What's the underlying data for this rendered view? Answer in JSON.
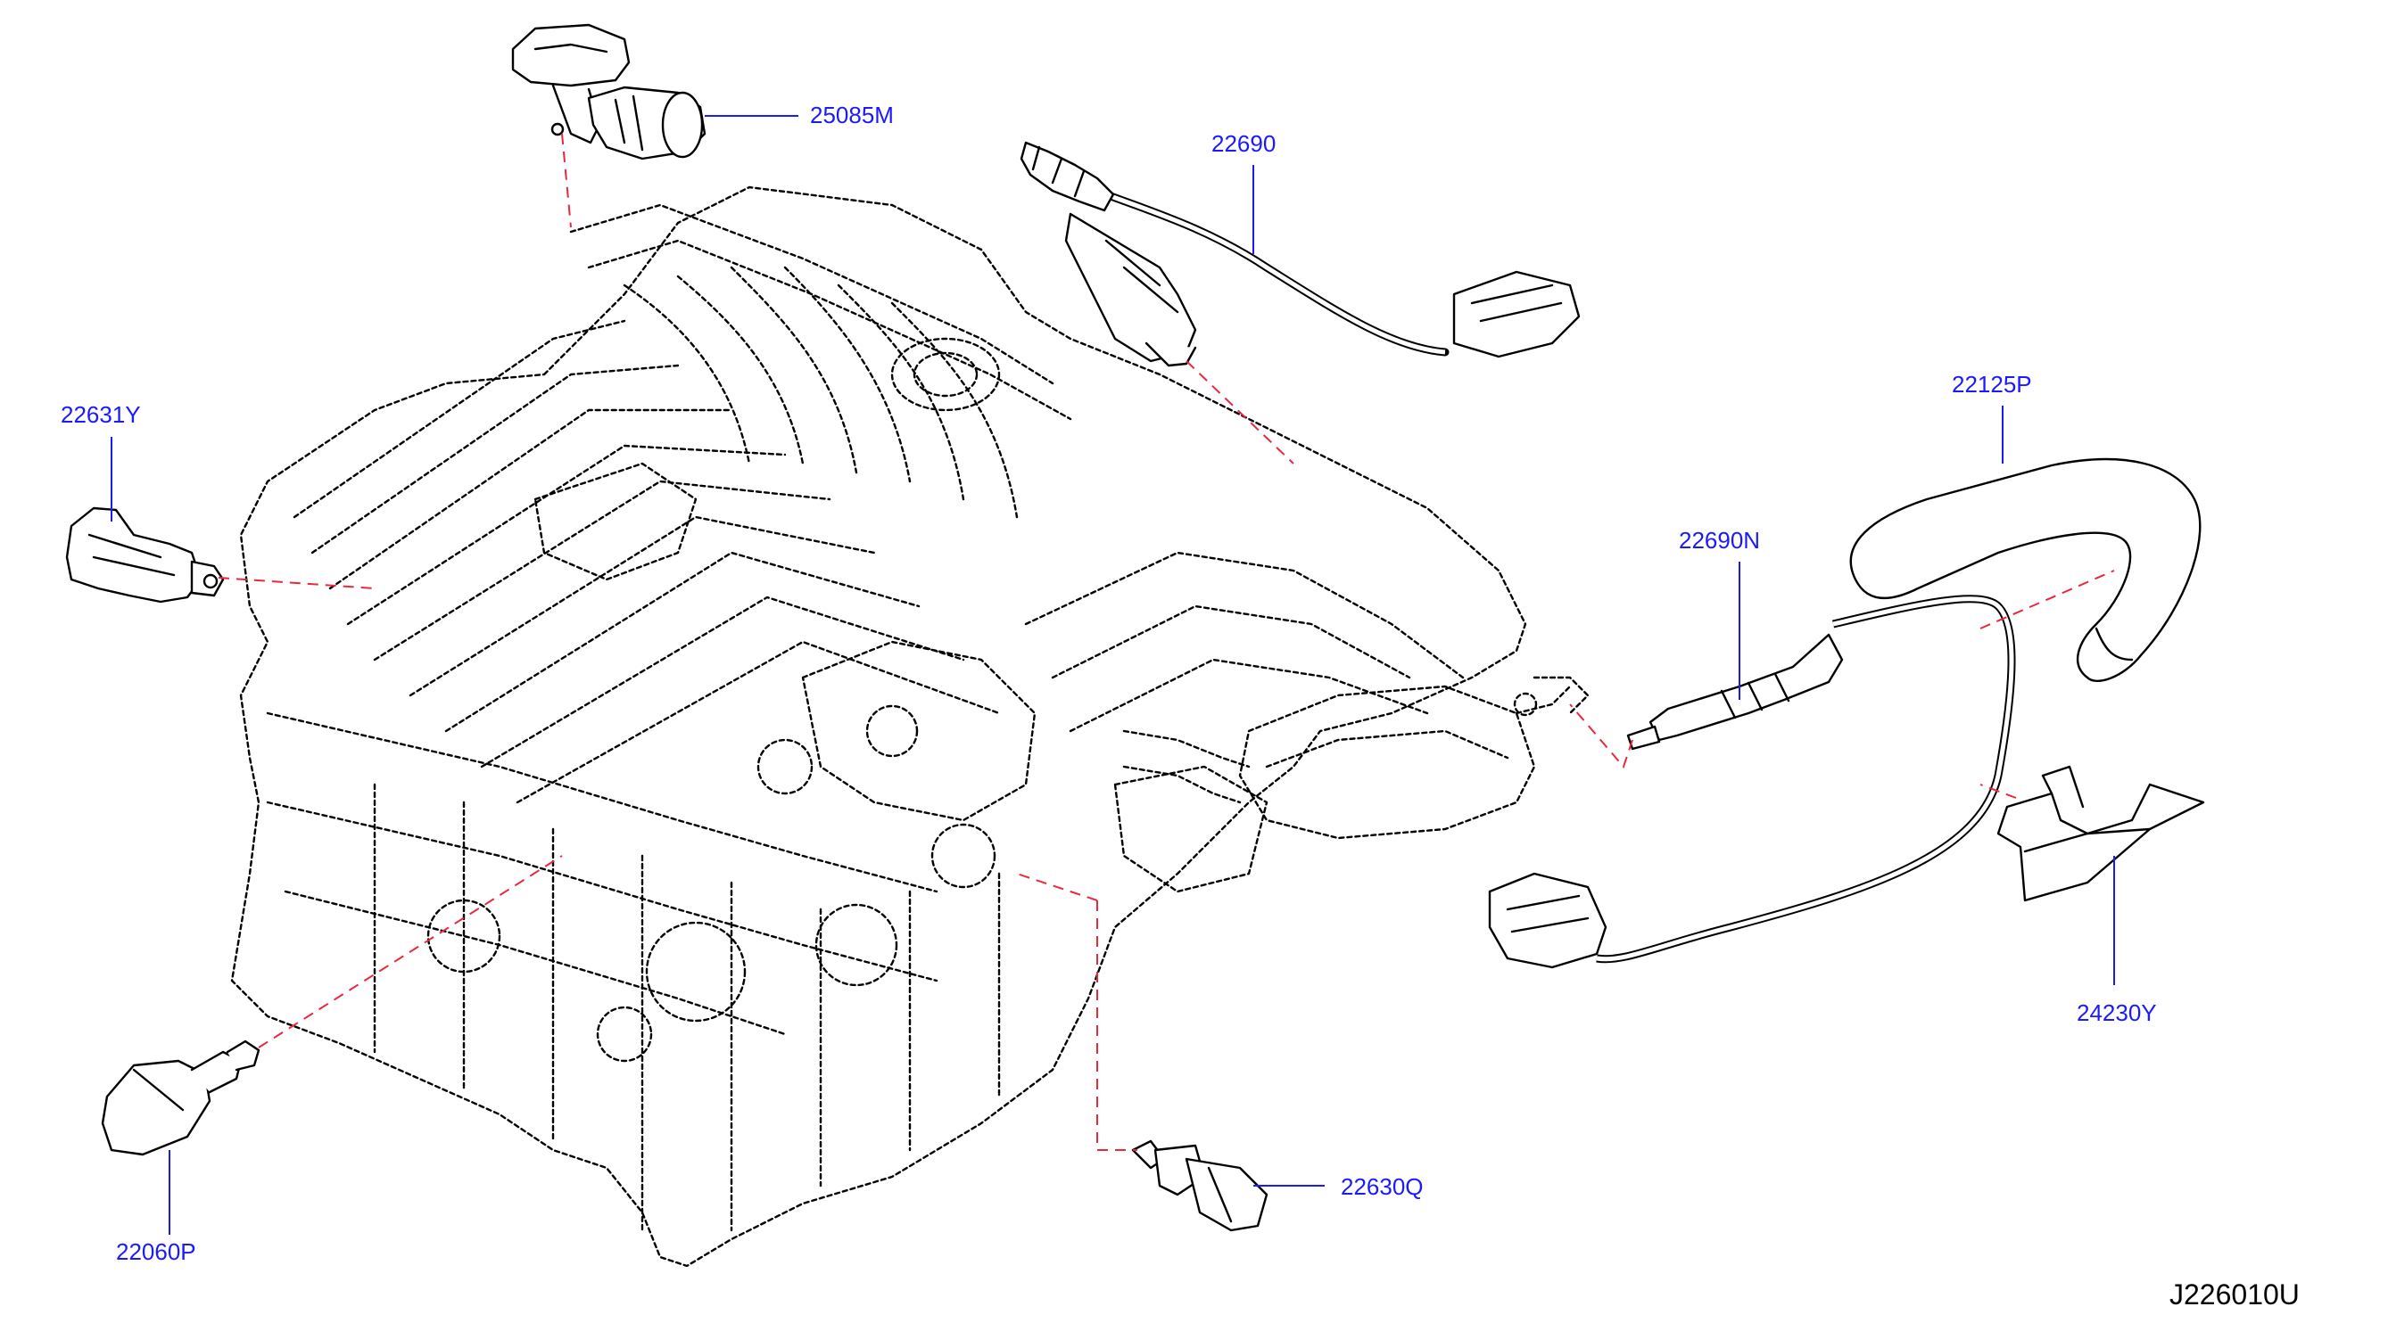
{
  "parts": {
    "p25085M": "25085M",
    "p22690": "22690",
    "p22631Y": "22631Y",
    "p22125P": "22125P",
    "p22690N": "22690N",
    "p24230Y": "24230Y",
    "p22060P": "22060P",
    "p22630Q": "22630Q"
  },
  "drawing_code": "J226010U",
  "colors": {
    "label": "#1a1aff",
    "guide_line": "#e8283c",
    "line_art": "#000000"
  }
}
